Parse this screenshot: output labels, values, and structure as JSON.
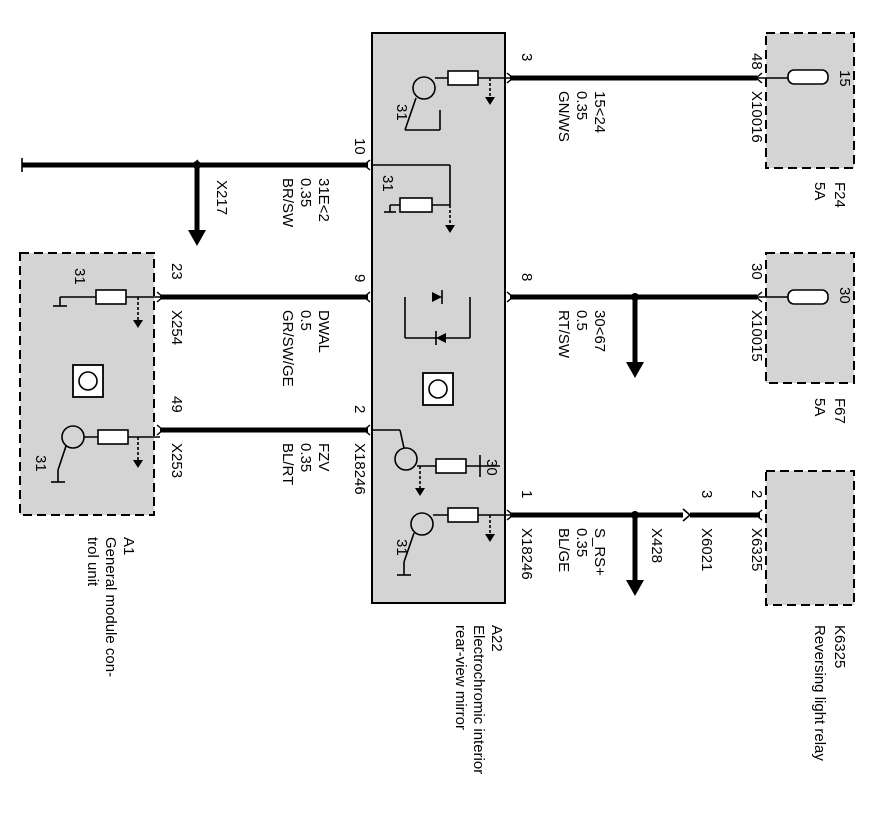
{
  "components": {
    "a1": {
      "code": "A1",
      "name_line1": "General module con-",
      "name_line2": "trol unit"
    },
    "a22": {
      "code": "A22",
      "name_line1": "Electrochromic interior",
      "name_line2": "rear-view mirror"
    },
    "f24": {
      "code": "F24",
      "rating": "5A",
      "pin_in": "15"
    },
    "f67": {
      "code": "F67",
      "rating": "5A",
      "pin_in": "30"
    },
    "k6325": {
      "code": "K6325",
      "name": "Reversing light relay"
    }
  },
  "ground_label": "31",
  "supply_label": "30",
  "wires": [
    {
      "id": "w1",
      "left_pin": "10",
      "right_pin": "",
      "connector": "X217",
      "signal": "31E<2",
      "gauge": "0.35",
      "color": "BR/SW"
    },
    {
      "id": "w2",
      "left_pin": "23",
      "right_pin": "9",
      "connector": "X254",
      "signal": "DWAL",
      "gauge": "0.5",
      "color": "GR/SW/GE"
    },
    {
      "id": "w3",
      "left_pin": "49",
      "right_pin": "2",
      "connector": "X253",
      "connector_right": "X18246",
      "signal": "FZV",
      "gauge": "0.35",
      "color": "BL/RT"
    },
    {
      "id": "w4",
      "left_pin": "3",
      "right_pin": "48",
      "connector": "X10016",
      "signal": "15<24",
      "gauge": "0.35",
      "color": "GN/WS"
    },
    {
      "id": "w5",
      "left_pin": "8",
      "right_pin": "30",
      "connector": "X10015",
      "signal": "30<67",
      "gauge": "0.5",
      "color": "RT/SW"
    },
    {
      "id": "w6",
      "left_pin": "1",
      "right_pin": "2",
      "mid_pin": "3",
      "connector": "X18246",
      "connector_mid1": "X428",
      "connector_mid2": "X6021",
      "connector_right": "X6325",
      "signal": "S_RS+",
      "gauge": "0.35",
      "color": "BL/GE"
    }
  ]
}
